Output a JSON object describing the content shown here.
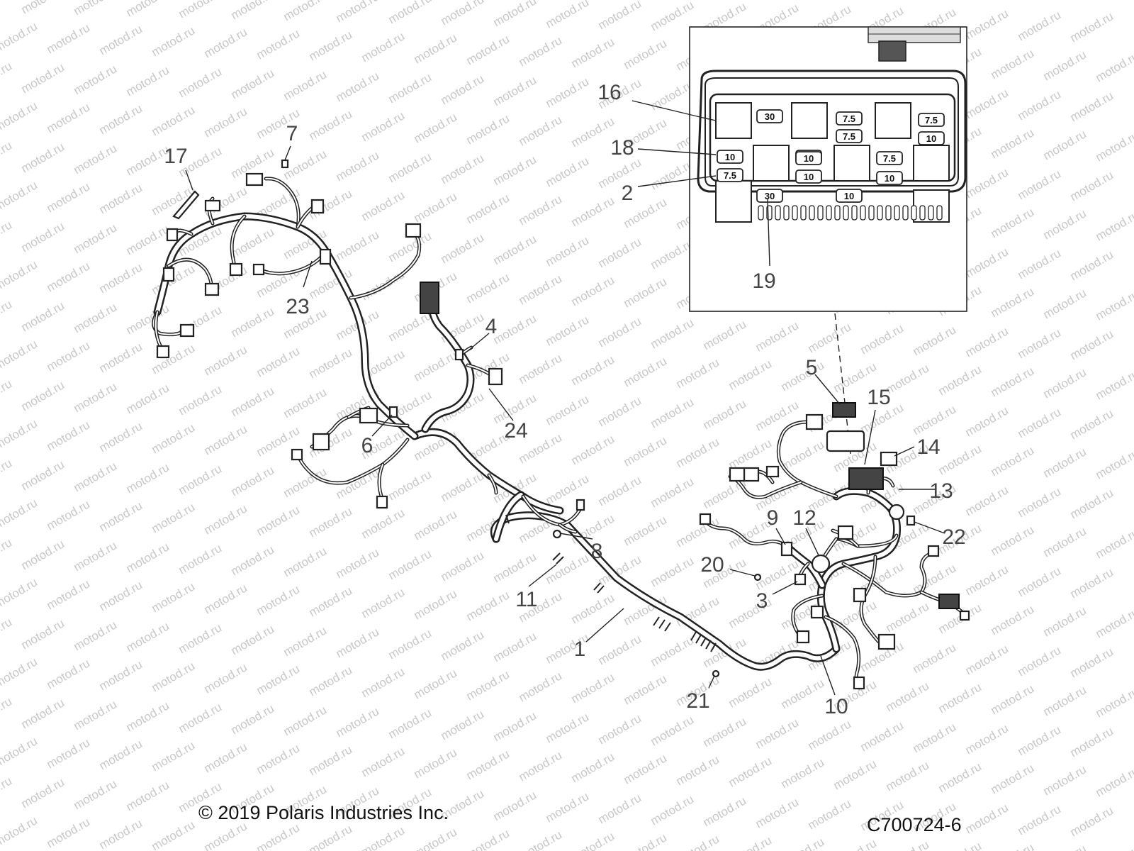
{
  "watermark": "motod.ru",
  "callouts": [
    {
      "label": "1"
    },
    {
      "label": "2"
    },
    {
      "label": "3"
    },
    {
      "label": "4"
    },
    {
      "label": "5"
    },
    {
      "label": "6"
    },
    {
      "label": "7"
    },
    {
      "label": "8"
    },
    {
      "label": "9"
    },
    {
      "label": "10"
    },
    {
      "label": "11"
    },
    {
      "label": "12"
    },
    {
      "label": "13"
    },
    {
      "label": "14"
    },
    {
      "label": "15"
    },
    {
      "label": "16"
    },
    {
      "label": "17"
    },
    {
      "label": "18"
    },
    {
      "label": "19"
    },
    {
      "label": "20"
    },
    {
      "label": "21"
    },
    {
      "label": "22"
    },
    {
      "label": "23"
    },
    {
      "label": "24"
    }
  ],
  "fuse_box": {
    "fuse_ratings": [
      "30",
      "7.5",
      "7.5",
      "7.5",
      "10",
      "10",
      "7.5",
      "7.5",
      "7.5",
      "10",
      "10",
      "10",
      "30",
      "10"
    ]
  },
  "footer": {
    "copyright": "© 2019 Polaris Industries Inc.",
    "figure_code": "C700724-6"
  }
}
